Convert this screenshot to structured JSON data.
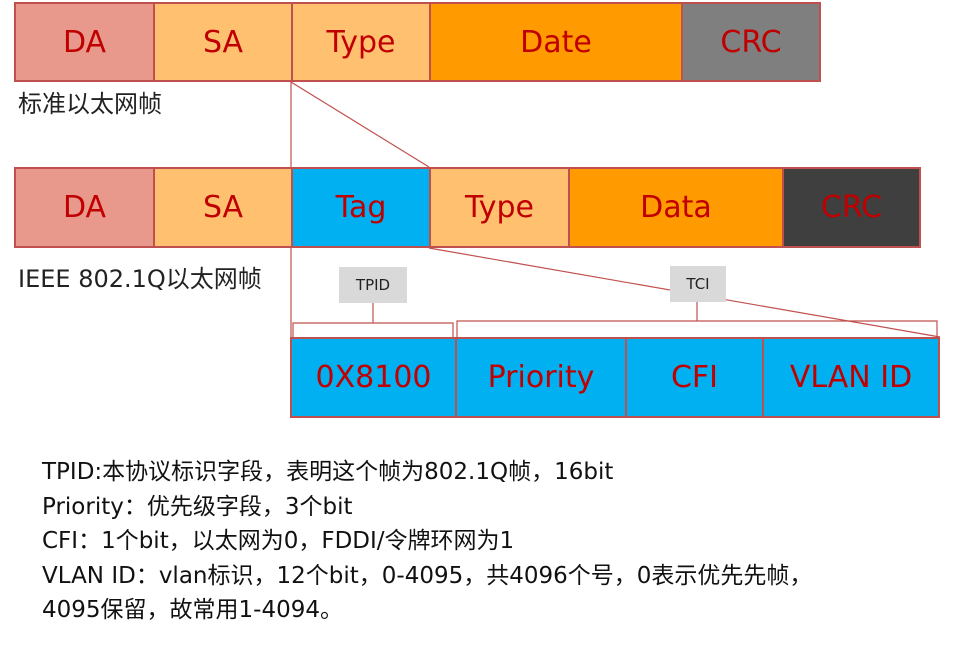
{
  "standard_frame": {
    "fields": [
      {
        "label": "DA",
        "color": "#e8998c"
      },
      {
        "label": "SA",
        "color": "#ffc06f"
      },
      {
        "label": "Type",
        "color": "#ffc06f"
      },
      {
        "label": "Date",
        "color": "#ff9b00"
      },
      {
        "label": "CRC",
        "color": "#7f7f7f"
      }
    ],
    "caption": "标准以太网帧"
  },
  "dot1q_frame": {
    "fields": [
      {
        "label": "DA",
        "color": "#e8998c"
      },
      {
        "label": "SA",
        "color": "#ffc06f"
      },
      {
        "label": "Tag",
        "color": "#00b0f0"
      },
      {
        "label": "Type",
        "color": "#ffc06f"
      },
      {
        "label": "Data",
        "color": "#ff9b00"
      },
      {
        "label": "CRC",
        "color": "#3f3f3f"
      }
    ],
    "caption": "IEEE 802.1Q以太网帧"
  },
  "tag_breakdown": {
    "tpid_label": "TPID",
    "tci_label": "TCI",
    "fields": [
      {
        "label": "0X8100",
        "color": "#00b0f0"
      },
      {
        "label": "Priority",
        "color": "#00b0f0"
      },
      {
        "label": "CFI",
        "color": "#00b0f0"
      },
      {
        "label": "VLAN ID",
        "color": "#00b0f0"
      }
    ]
  },
  "notes": [
    "TPID:本协议标识字段，表明这个帧为802.1Q帧，16bit",
    "Priority：优先级字段，3个bit",
    "CFI：1个bit，以太网为0，FDDI/令牌环网为1",
    "VLAN ID：vlan标识，12个bit，0-4095，共4096个号，0表示优先先帧，",
    "4095保留，故常用1-4094。"
  ]
}
